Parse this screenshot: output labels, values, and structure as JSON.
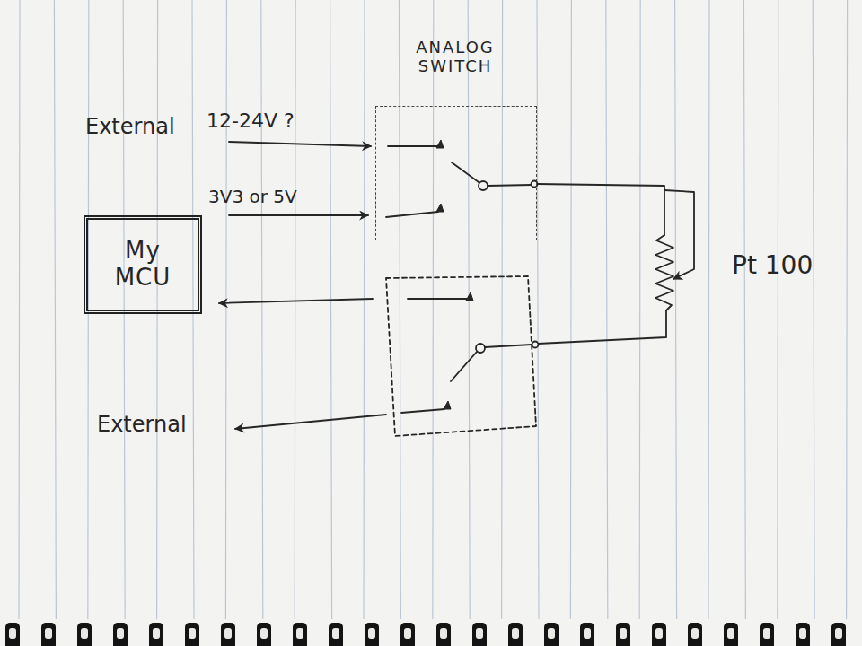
{
  "diagram": {
    "nodes": [
      {
        "text": [
          "ANALOG SWITCH"
        ]
      },
      {
        "text": [
          "My MCU"
        ]
      }
    ],
    "labels": [
      "External",
      "12-24V ?",
      "3V3 or 5V",
      "External",
      "Pt 100"
    ]
  }
}
